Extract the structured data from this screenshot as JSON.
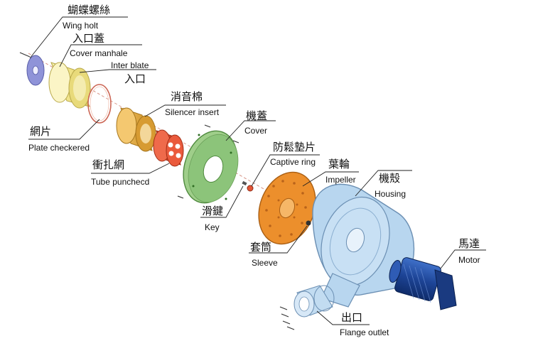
{
  "parts": [
    {
      "id": "wing-bolt",
      "zh": "蝴蝶螺絲",
      "en": "Wing holt"
    },
    {
      "id": "cover-manhole",
      "zh": "入口蓋",
      "en": "Cover manhale"
    },
    {
      "id": "inter-plate",
      "zh": "入口",
      "en": "Inter blate"
    },
    {
      "id": "plate-checkered",
      "zh": "網片",
      "en": "Plate checkered"
    },
    {
      "id": "silencer-insert",
      "zh": "消音棉",
      "en": "Silencer insert"
    },
    {
      "id": "tube-punched",
      "zh": "衝扎網",
      "en": "Tube punchecd"
    },
    {
      "id": "cover",
      "zh": "機蓋",
      "en": "Cover"
    },
    {
      "id": "captive-ring",
      "zh": "防鬆墊片",
      "en": "Captive ring"
    },
    {
      "id": "impeller",
      "zh": "葉輪",
      "en": "Impeller"
    },
    {
      "id": "key",
      "zh": "滑鍵",
      "en": "Key"
    },
    {
      "id": "housing",
      "zh": "機殼",
      "en": "Housing"
    },
    {
      "id": "sleeve",
      "zh": "套筒",
      "en": "Sleeve"
    },
    {
      "id": "motor",
      "zh": "馬達",
      "en": "Motor"
    },
    {
      "id": "flange-outlet",
      "zh": "出口",
      "en": "Flange outlet"
    }
  ],
  "colors": {
    "wing_bolt": "#8f93d8",
    "cover_manhole": "#f3ea9c",
    "silencer": "#e7ac3c",
    "tube": "#ea5a3c",
    "cover": "#8cc47a",
    "impeller": "#ec8f2c",
    "housing": "#b8d6ef",
    "motor": "#1f4aa0",
    "line": "#222222"
  }
}
